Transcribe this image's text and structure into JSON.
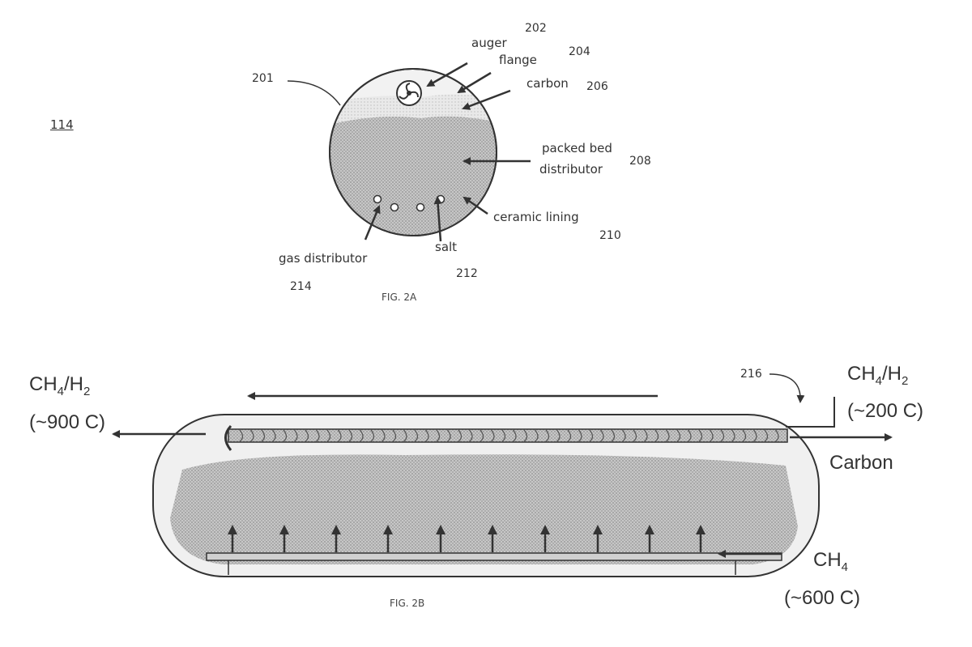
{
  "fig2a": {
    "page_ref": "114",
    "caption": "FIG. 2A",
    "labels": {
      "auger": "auger",
      "flange": "flange",
      "carbon": "carbon",
      "packed_bed_1": "packed bed",
      "packed_bed_2": "distributor",
      "ceramic_lining": "ceramic lining",
      "salt": "salt",
      "gas_distributor": "gas distributor"
    },
    "refs": {
      "vessel": "201",
      "auger": "202",
      "flange": "204",
      "carbon": "206",
      "packed_bed": "208",
      "ceramic_lining": "210",
      "salt": "212",
      "gas_distributor": "214"
    }
  },
  "fig2b": {
    "caption": "FIG. 2B",
    "ref_216": "216",
    "outlet_gas": {
      "main": "CH",
      "s1": "4",
      "mid": "/H",
      "s2": "2",
      "temp": "(~900 C)"
    },
    "inlet_gas": {
      "main": "CH",
      "s1": "4",
      "mid": "/H",
      "s2": "2",
      "temp": "(~200 C)"
    },
    "carbon_out": "Carbon",
    "methane_in": {
      "main": "CH",
      "s1": "4",
      "temp": "(~600 C)"
    }
  },
  "colors": {
    "line": "#333333",
    "fill_dark": "#bdbdbd",
    "fill_light": "#e3e3e3",
    "white": "#ffffff"
  }
}
